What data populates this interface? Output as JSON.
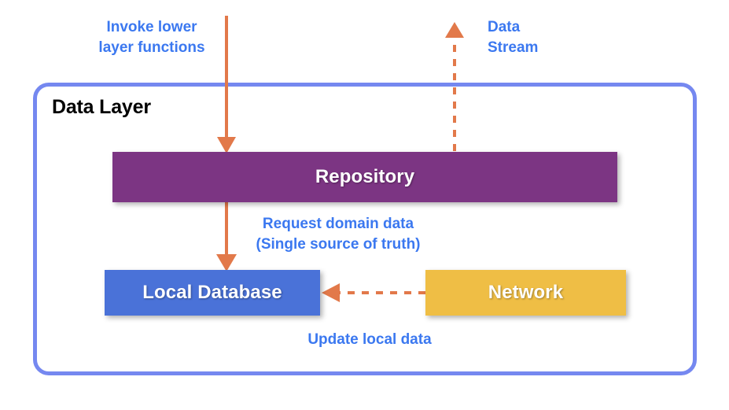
{
  "diagram": {
    "title": "Data Layer",
    "background_color": "#ffffff",
    "container": {
      "label": "Data Layer",
      "border_color": "#7588f0"
    },
    "nodes": [
      {
        "id": "repository",
        "label": "Repository",
        "color": "#7c3583",
        "text_color": "#ffffff"
      },
      {
        "id": "local-database",
        "label": "Local Database",
        "color": "#4a72d8",
        "text_color": "#ffffff"
      },
      {
        "id": "network",
        "label": "Network",
        "color": "#efbe45",
        "text_color": "#ffffff"
      }
    ],
    "captions": [
      {
        "id": "invoke",
        "text": "Invoke lower\nlayer functions",
        "color": "#3b78f0"
      },
      {
        "id": "data-stream",
        "text": "Data\nStream",
        "color": "#3b78f0"
      },
      {
        "id": "request",
        "text": "Request domain data\n(Single source of truth)",
        "color": "#3b78f0"
      },
      {
        "id": "update",
        "text": "Update local data",
        "color": "#3b78f0"
      }
    ],
    "arrows": [
      {
        "id": "invoke-arrow",
        "style": "solid",
        "direction": "down",
        "color": "#e2794a"
      },
      {
        "id": "data-stream-arrow",
        "style": "dashed",
        "direction": "up",
        "color": "#e2794a"
      },
      {
        "id": "request-arrow",
        "style": "solid",
        "direction": "down",
        "color": "#e2794a"
      },
      {
        "id": "update-arrow",
        "style": "dashed",
        "direction": "left",
        "color": "#e2794a"
      }
    ]
  }
}
